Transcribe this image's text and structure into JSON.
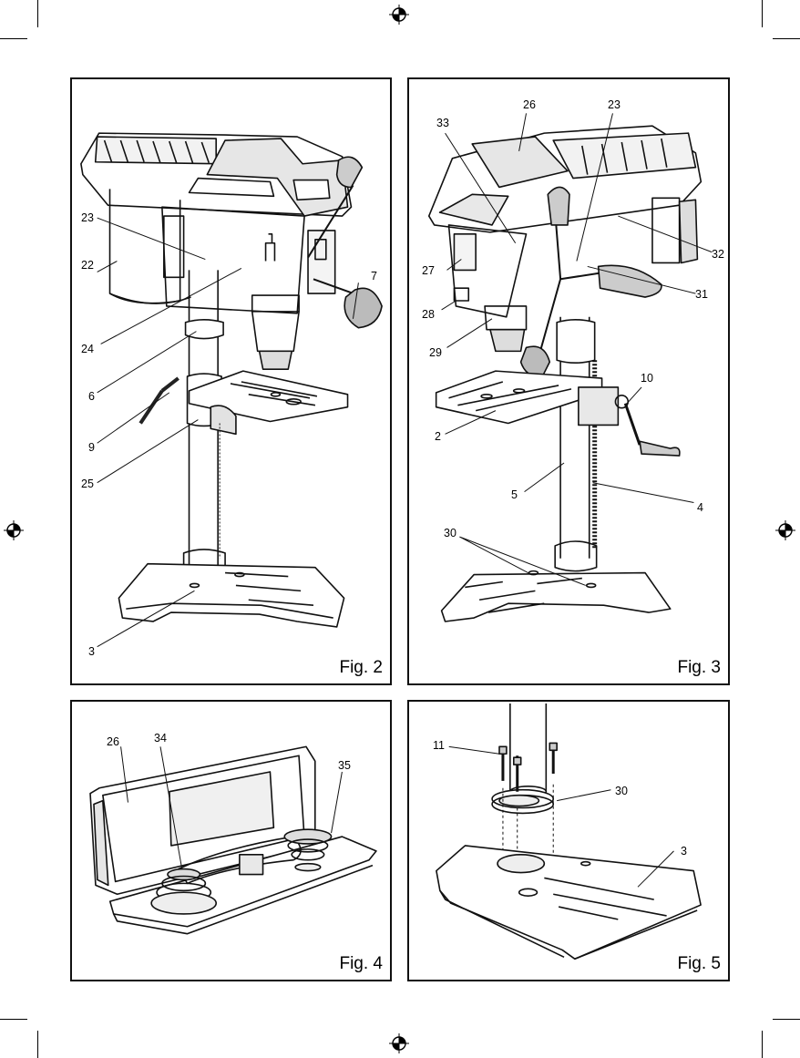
{
  "figures": [
    {
      "id": "fig2",
      "label": "Fig. 2",
      "callouts": [
        "23",
        "22",
        "24",
        "6",
        "9",
        "25",
        "7",
        "3"
      ]
    },
    {
      "id": "fig3",
      "label": "Fig. 3",
      "callouts": [
        "26",
        "23",
        "33",
        "27",
        "28",
        "29",
        "2",
        "32",
        "31",
        "10",
        "5",
        "4",
        "30"
      ]
    },
    {
      "id": "fig4",
      "label": "Fig. 4",
      "callouts": [
        "26",
        "34",
        "35"
      ]
    },
    {
      "id": "fig5",
      "label": "Fig. 5",
      "callouts": [
        "11",
        "30",
        "3"
      ]
    }
  ],
  "icons": [
    "registration-mark-icon"
  ]
}
